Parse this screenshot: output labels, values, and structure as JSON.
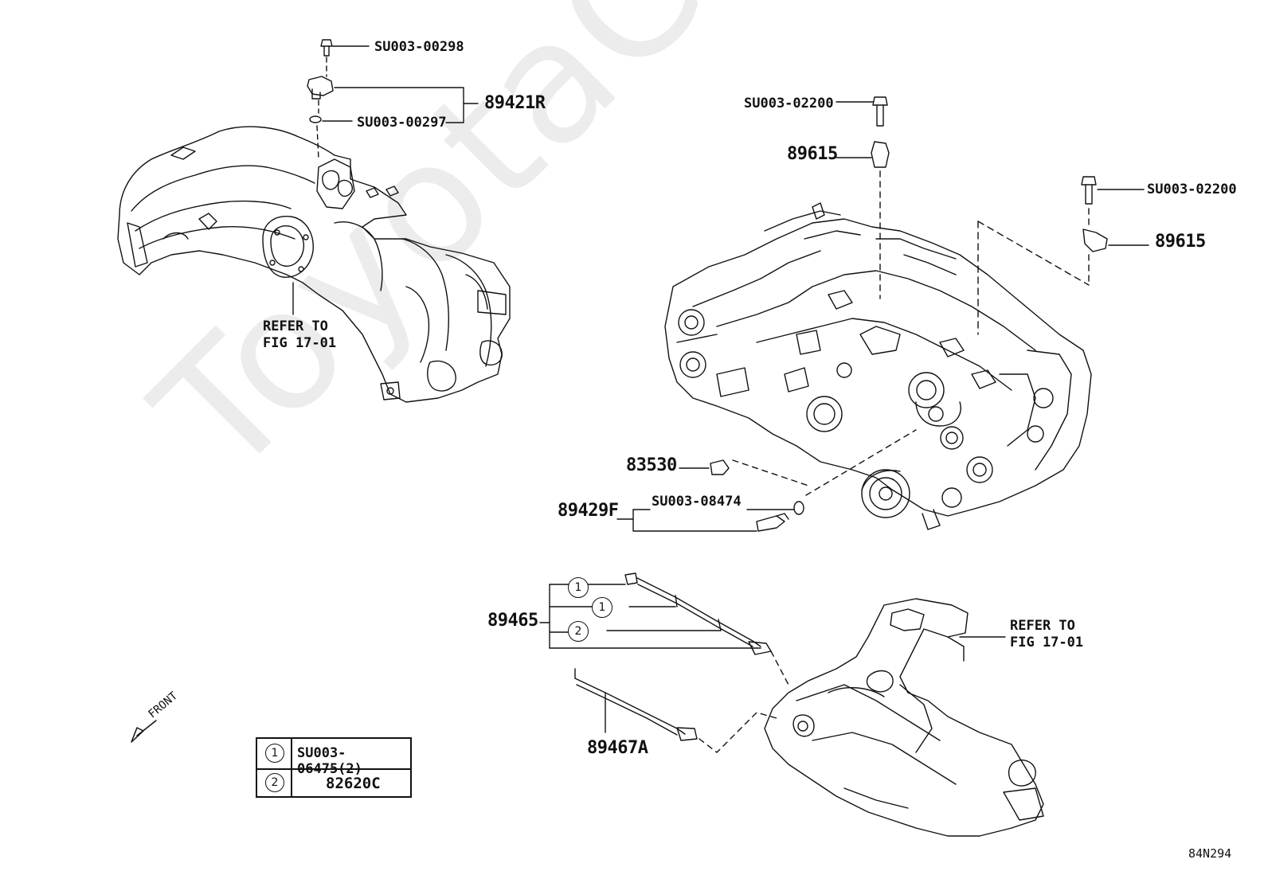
{
  "watermark": "ToyotaCarlife.ru",
  "figure_code": "84N294",
  "labels": {
    "su_00298": "SU003-00298",
    "p_89421r": "89421R",
    "su_00297": "SU003-00297",
    "refer_top_1": "REFER TO",
    "refer_top_2": "FIG 17-01",
    "su_02200_a": "SU003-02200",
    "p_89615_a": "89615",
    "su_02200_b": "SU003-02200",
    "p_89615_b": "89615",
    "p_83530": "83530",
    "p_89429f": "89429F",
    "su_08474": "SU003-08474",
    "p_89465": "89465",
    "p_89467a": "89467A",
    "refer_bottom_1": "REFER TO",
    "refer_bottom_2": "FIG 17-01",
    "front": "FRONT"
  },
  "callouts": [
    "1",
    "1",
    "2"
  ],
  "legend": [
    {
      "ref": "1",
      "part": "SU003-06475(2)"
    },
    {
      "ref": "2",
      "part": "82620C"
    }
  ]
}
